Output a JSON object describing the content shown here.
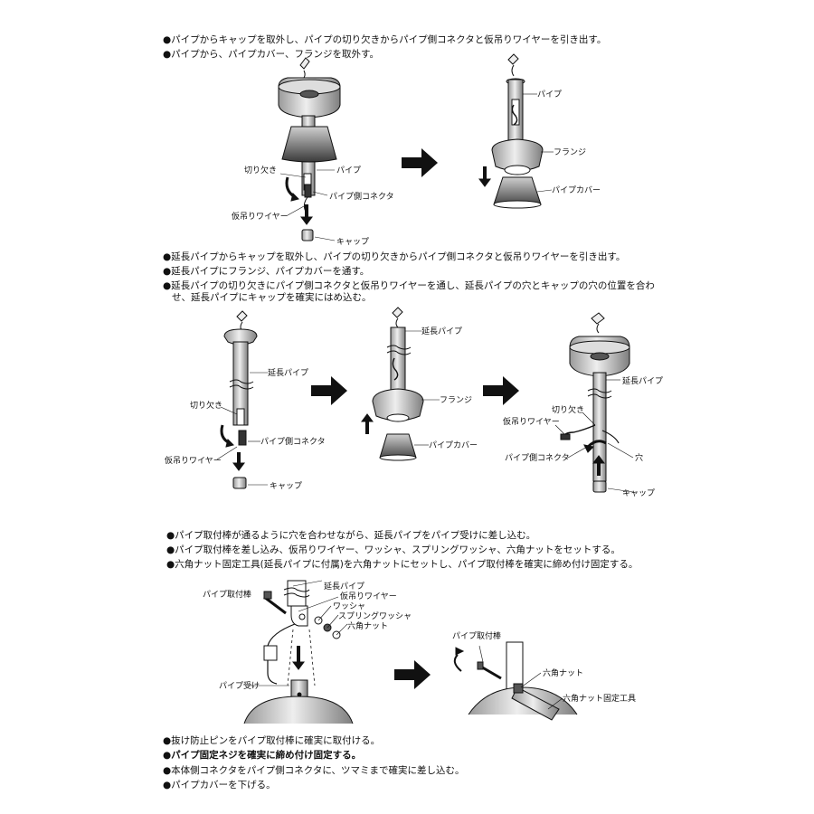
{
  "section1": {
    "steps": [
      "●パイプからキャップを取外し、パイプの切り欠きからパイプ側コネクタと仮吊りワイヤーを引き出す。",
      "●パイプから、パイプカバー、フランジを取外す。"
    ],
    "labels": {
      "notch": "切り欠き",
      "pipe": "パイプ",
      "pipe_connector": "パイプ側コネクタ",
      "temp_wire": "仮吊りワイヤー",
      "cap": "キャップ",
      "pipe_r": "パイプ",
      "flange": "フランジ",
      "pipe_cover": "パイプカバー"
    }
  },
  "section2": {
    "steps": [
      "●延長パイプからキャップを取外し、パイプの切り欠きからパイプ側コネクタと仮吊りワイヤーを引き出す。",
      "●延長パイプにフランジ、パイプカバーを通す。",
      "●延長パイプの切り欠きにパイプ側コネクタと仮吊りワイヤーを通し、延長パイプの穴とキャップの穴の位置を合わ",
      "せ、延長パイプにキャップを確実にはめ込む。"
    ],
    "labels": {
      "ext_pipe_a": "延長パイプ",
      "notch_a": "切り欠き",
      "pipe_connector_a": "パイプ側コネクタ",
      "temp_wire_a": "仮吊りワイヤー",
      "cap_a": "キャップ",
      "ext_pipe_b": "延長パイプ",
      "flange_b": "フランジ",
      "pipe_cover_b": "パイプカバー",
      "ext_pipe_c": "延長パイプ",
      "notch_c": "切り欠き",
      "temp_wire_c": "仮吊りワイヤー",
      "pipe_connector_c": "パイプ側コネクタ",
      "hole_c": "穴",
      "cap_c": "キャップ"
    }
  },
  "section3": {
    "steps": [
      "●パイプ取付棒が通るように穴を合わせながら、延長パイプをパイプ受けに差し込む。",
      "●パイプ取付棒を差し込み、仮吊りワイヤー、ワッシャ、スプリングワッシャ、六角ナットをセットする。",
      "●六角ナット固定工具(延長パイプに付属)を六角ナットにセットし、パイプ取付棒を確実に締め付け固定する。"
    ],
    "labels": {
      "rod": "パイプ取付棒",
      "ext_pipe": "延長パイプ",
      "temp_wire": "仮吊りワイヤー",
      "washer": "ワッシャ",
      "spring_washer": "スプリングワッシャ",
      "hex_nut": "六角ナット",
      "pipe_receiver": "パイプ受け",
      "rod_r": "パイプ取付棒",
      "hex_nut_r": "六角ナット",
      "nut_tool": "六角ナット固定工具"
    }
  },
  "section4": {
    "steps": [
      {
        "text": "●抜け防止ピンをパイプ取付棒に確実に取付ける。",
        "bold": false
      },
      {
        "text": "●パイプ固定ネジを確実に締め付け固定する。",
        "bold": true
      },
      {
        "text": "●本体側コネクタをパイプ側コネクタに、ツマミまで確実に差し込む。",
        "bold": false
      },
      {
        "text": "●パイプカバーを下げる。",
        "bold": false
      }
    ]
  }
}
